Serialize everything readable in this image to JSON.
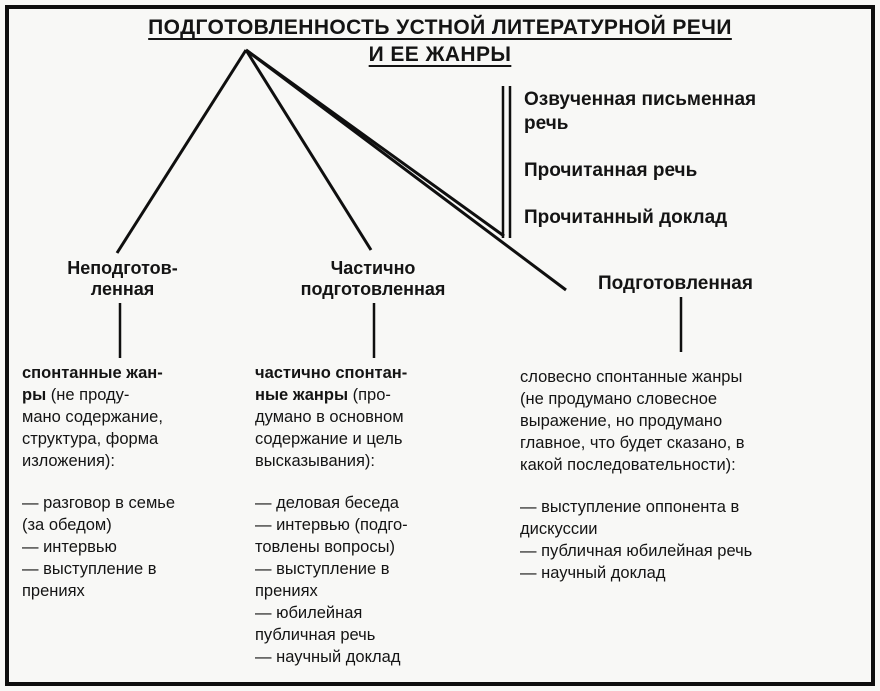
{
  "page": {
    "title": "ПОДГОТОВЛЕННОСТЬ УСТНОЙ ЛИТЕРАТУРНОЙ РЕЧИ\nИ ЕЕ ЖАНРЫ",
    "ink_color": "#0f0f0f",
    "background_color": "#f8f8f6"
  },
  "read_speech_group": {
    "items": [
      "Озвученная письменная\nречь",
      "Прочитанная речь",
      "Прочитанный доклад"
    ]
  },
  "branches": {
    "unprepared": {
      "label": "Неподготов-\nленная",
      "lead_bold": "спонтанные жан-\nры ",
      "lead_rest": "(не проду-\nмано содержание,\nструктура, форма\nизложения):",
      "items": [
        "— разговор в семье\n(за обедом)",
        "— интервью",
        "— выступление в\nпрениях"
      ]
    },
    "partially_prepared": {
      "label": "Частично\nподготовленная",
      "lead_bold": "частично спонтан-\nные жанры ",
      "lead_rest": "(про-\nдумано в основном\nсодержание и цель\nвысказывания):",
      "items": [
        "— деловая беседа",
        "— интервью (подго-\nтовлены вопросы)",
        "— выступление в\nпрениях",
        "— юбилейная\nпубличная речь",
        "— научный доклад"
      ]
    },
    "prepared": {
      "label": "Подготовленная",
      "lead_rest": "словесно спонтанные жанры\n(не продумано словесное\nвыражение, но продумано\nглавное, что будет сказано, в\nкакой последовательности):",
      "items": [
        "— выступление оппонента в\nдискуссии",
        "— публичная юбилейная речь",
        "— научный доклад"
      ]
    }
  }
}
